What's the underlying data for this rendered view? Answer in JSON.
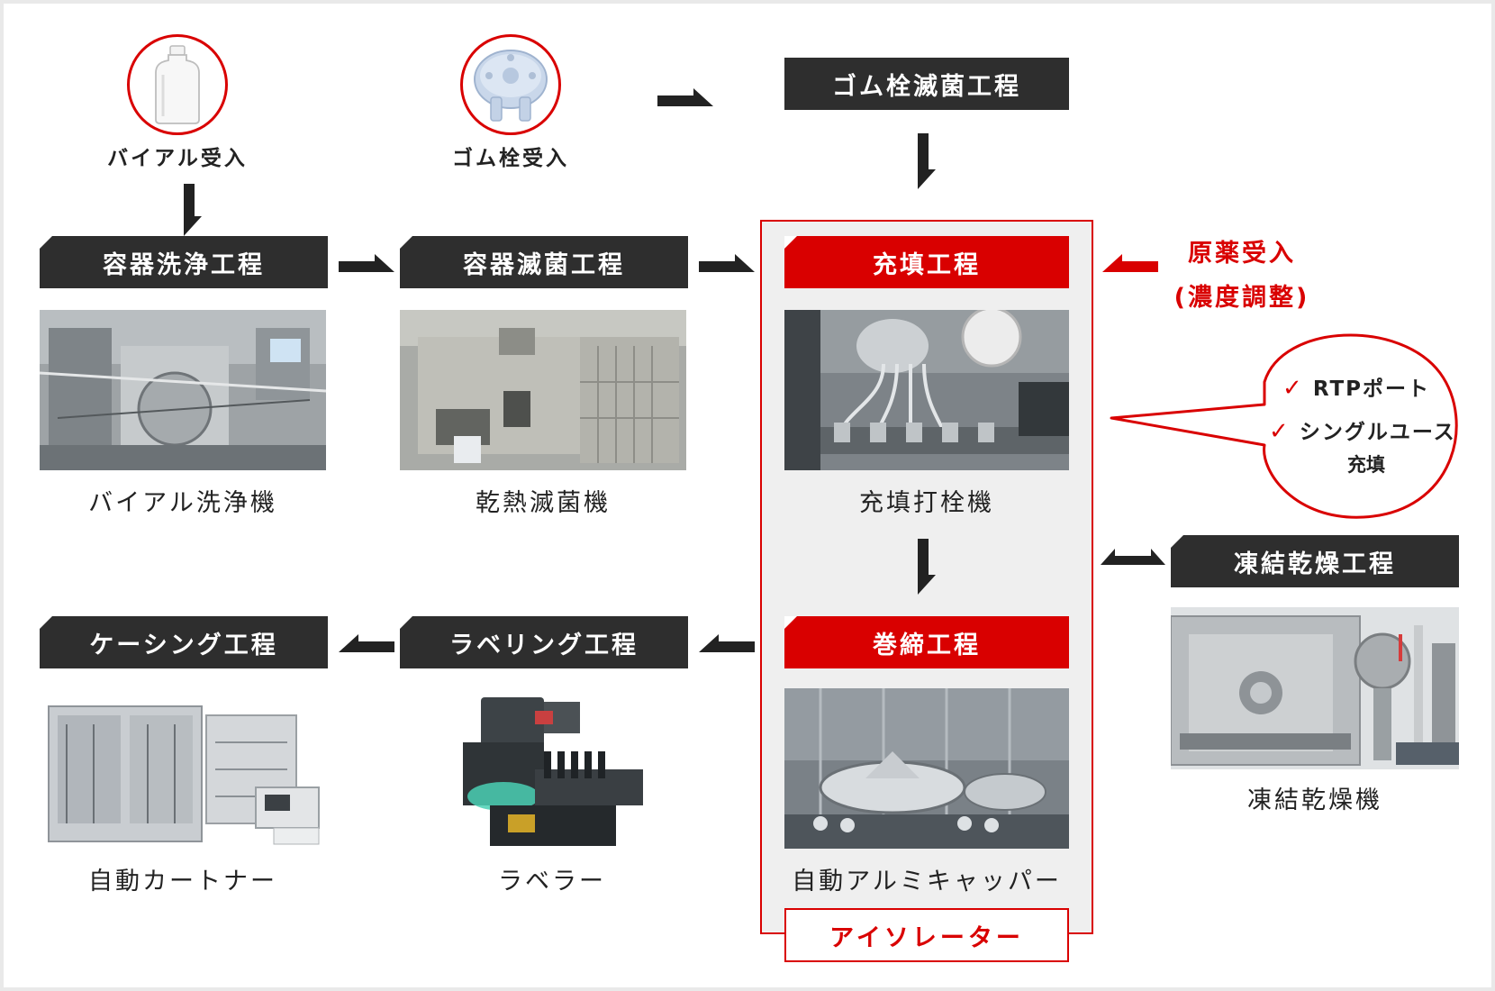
{
  "inputs": {
    "vial": {
      "label": "バイアル受入",
      "icon": "vial-icon"
    },
    "rubber_stopper": {
      "label": "ゴム栓受入",
      "icon": "rubber-stopper-icon"
    }
  },
  "steps": {
    "rubber_stopper_sterilization": "ゴム栓滅菌工程",
    "container_washing": "容器洗浄工程",
    "container_sterilization": "容器滅菌工程",
    "filling": "充填工程",
    "capping": "巻締工程",
    "freeze_drying": "凍結乾燥工程",
    "labeling": "ラベリング工程",
    "casing": "ケーシング工程"
  },
  "machines": {
    "vial_washer": "バイアル洗浄機",
    "dry_heat_sterilizer": "乾熱滅菌機",
    "filling_stoppering": "充填打栓機",
    "auto_aluminum_capper": "自動アルミキャッパー",
    "freeze_dryer": "凍結乾燥機",
    "labeler": "ラベラー",
    "auto_cartoner": "自動カートナー"
  },
  "api_intake": {
    "line1": "原薬受入",
    "line2": "(濃度調整)"
  },
  "callout": {
    "item1": "RTPポート",
    "item2": "シングルユース",
    "item2_sub": "充填",
    "check_mark": "✓"
  },
  "isolator_label": "アイソレーター",
  "colors": {
    "accent": "#d90000",
    "bar": "#2e2e2e",
    "isolator_bg": "#efefef"
  }
}
